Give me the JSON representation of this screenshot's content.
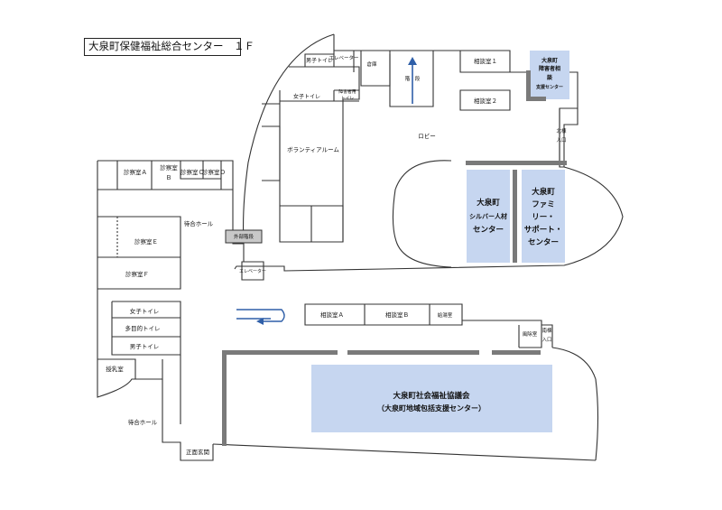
{
  "title": "大泉町保健福祉総合センター　１Ｆ",
  "rooms": {
    "elevator_top": "エレベーター",
    "warehouse": "倉庫",
    "stairs": "階　段",
    "consult1": "相談室１",
    "consult2": "相談室２",
    "disability_center": [
      "大泉町",
      "障害者相",
      "談",
      "支援センター"
    ],
    "mens_toilet_top": "男子トイレ",
    "womens_toilet_top": "女子トイレ",
    "accessible_toilet_top": [
      "障害者用",
      "トイレ"
    ],
    "volunteer_room": "ボランティアルーム",
    "lobby": "ロビー",
    "north_entrance": [
      "北棟",
      "入口"
    ],
    "silver_center": [
      "大泉町",
      "シルバー人材",
      "センター"
    ],
    "family_support": [
      "大泉町",
      "ファミ",
      "リー・",
      "サポート・",
      "センター"
    ],
    "exam_a": "診察室Ａ",
    "exam_b": [
      "診察室",
      "Ｂ"
    ],
    "exam_c": "診察室Ｃ",
    "exam_d": "診察室Ｄ",
    "waiting_hall_upper": "待合ホール",
    "exam_e": "診察室Ｅ",
    "exam_f": "診察室Ｆ",
    "outer_stairs": "外部階段",
    "elevator_mid": "エレベーター",
    "womens_toilet": "女子トイレ",
    "multipurpose_toilet": "多目的トイレ",
    "mens_toilet": "男子トイレ",
    "nursing_room": "授乳室",
    "waiting_hall_lower": "待合ホール",
    "front_entrance": "正面玄関",
    "consult_a": "相談室Ａ",
    "consult_b": "相談室Ｂ",
    "kitchenette": "給湯室",
    "office_room": "風除室",
    "rear_entrance": [
      "南棟",
      "入口"
    ],
    "social_welfare": [
      "大泉町社会福祉協議会",
      "（大泉町地域包括支援センター）"
    ]
  },
  "colors": {
    "line": "#333333",
    "highlight": "#c6d6f0",
    "gray_bar": "#7a7a7a",
    "stairs_gray": "#c8c8c8",
    "arrow": "#2f5fa8"
  }
}
